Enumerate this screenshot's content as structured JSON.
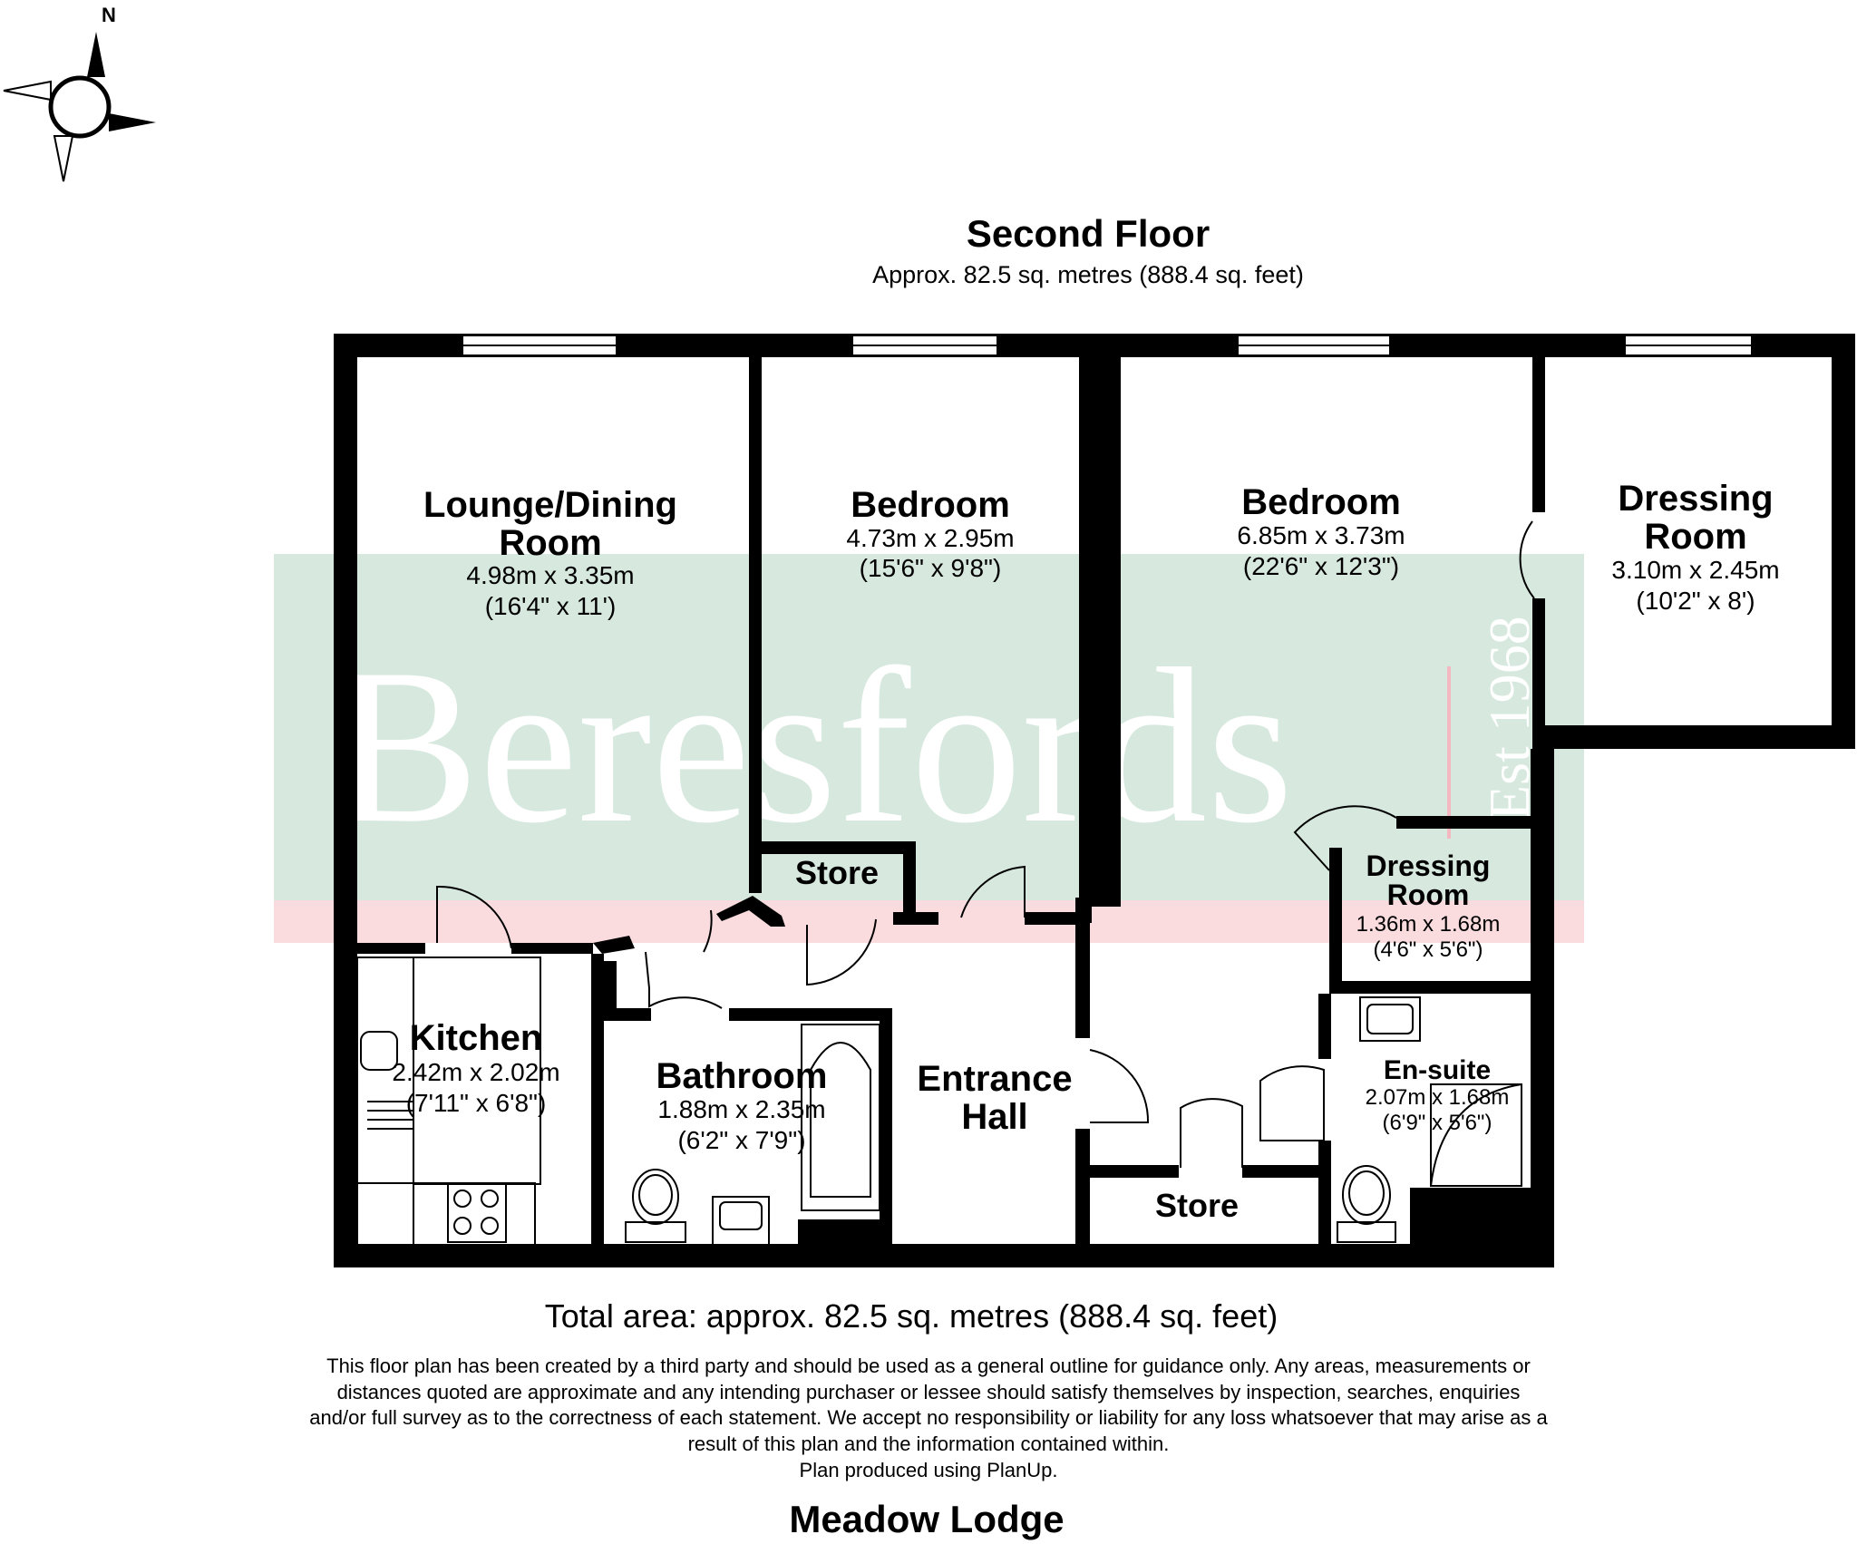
{
  "compass": {
    "label": "N",
    "icon": "compass-rose-icon"
  },
  "header": {
    "floor_title": "Second Floor",
    "floor_area": "Approx. 82.5 sq. metres (888.4 sq. feet)"
  },
  "watermark": {
    "brand": "Beresfords",
    "est": "Est 1968",
    "band_color": "#d5e8dc",
    "stripe_color": "#fadadd"
  },
  "rooms": {
    "lounge": {
      "name1": "Lounge/Dining",
      "name2": "Room",
      "metric": "4.98m x 3.35m",
      "imperial": "(16'4\" x 11')"
    },
    "bedroom1": {
      "name": "Bedroom",
      "metric": "4.73m x 2.95m",
      "imperial": "(15'6\" x 9'8\")"
    },
    "bedroom2": {
      "name": "Bedroom",
      "metric": "6.85m x 3.73m",
      "imperial": "(22'6\" x 12'3\")"
    },
    "dressing1": {
      "name1": "Dressing",
      "name2": "Room",
      "metric": "3.10m x 2.45m",
      "imperial": "(10'2\" x 8')"
    },
    "dressing2": {
      "name1": "Dressing",
      "name2": "Room",
      "metric": "1.36m x 1.68m",
      "imperial": "(4'6\" x 5'6\")"
    },
    "store1": {
      "name": "Store"
    },
    "store2": {
      "name": "Store"
    },
    "kitchen": {
      "name": "Kitchen",
      "metric": "2.42m x 2.02m",
      "imperial": "(7'11\" x 6'8\")"
    },
    "bathroom": {
      "name": "Bathroom",
      "metric": "1.88m x 2.35m",
      "imperial": "(6'2\" x 7'9\")"
    },
    "hall": {
      "name1": "Entrance",
      "name2": "Hall"
    },
    "ensuite": {
      "name": "En-suite",
      "metric": "2.07m x 1.68m",
      "imperial": "(6'9\" x 5'6\")"
    }
  },
  "footer": {
    "total_area": "Total area: approx. 82.5 sq. metres (888.4 sq. feet)",
    "disclaimer_1": "This floor plan has been created by a third party and should be used as a general outline for guidance only. Any areas, measurements or",
    "disclaimer_2": "distances quoted are approximate and any intending purchaser or lessee should satisfy themselves by inspection, searches, enquiries",
    "disclaimer_3": "and/or full survey as to the correctness of each statement. We accept no responsibility or liability for any loss whatsoever that may arise as a",
    "disclaimer_4": "result of this plan and the information contained within.",
    "produced_by": "Plan produced using PlanUp.",
    "property_name": "Meadow Lodge"
  }
}
